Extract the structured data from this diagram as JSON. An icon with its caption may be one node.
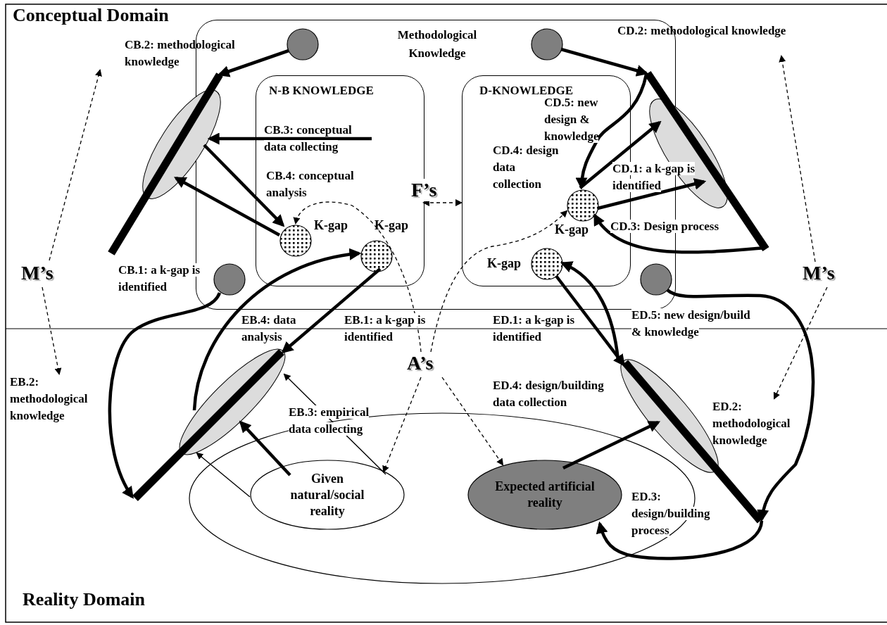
{
  "diagram": {
    "nodes": [
      {
        "text": [
          "Methodological Knowledge"
        ]
      },
      {
        "text": [
          "N-B KNOWLEDGE"
        ],
        "in": 0
      },
      {
        "text": [
          "D-KNOWLEDGE"
        ],
        "in": 0
      },
      {
        "text": [],
        "shape": "circle",
        "in": 0
      },
      {
        "text": [],
        "shape": "circle",
        "in": 0
      },
      {
        "text": [],
        "shape": "circle",
        "in": 0
      },
      {
        "text": [],
        "shape": "circle",
        "in": 0
      },
      {
        "text": [],
        "shape": "circle",
        "in": 1,
        "beside": [
          "K-gap"
        ]
      },
      {
        "text": [],
        "shape": "circle",
        "in": 1,
        "beside": [
          "K-gap"
        ]
      },
      {
        "text": [],
        "shape": "circle",
        "in": 2,
        "beside": [
          "K-gap"
        ]
      },
      {
        "text": [],
        "shape": "circle",
        "in": 2,
        "beside": [
          "K-gap"
        ]
      },
      {
        "text": [],
        "shape": "ellipse"
      },
      {
        "text": [],
        "shape": "ellipse"
      },
      {
        "text": [],
        "shape": "ellipse"
      },
      {
        "text": [],
        "shape": "ellipse"
      },
      {
        "text": [],
        "shape": "ellipse"
      },
      {
        "text": [
          "Given natural/social reality"
        ],
        "in": 15
      },
      {
        "text": [
          "Expected artificial reality"
        ],
        "in": 15
      },
      {
        "text": [
          "M’s"
        ]
      },
      {
        "text": [
          "M’s"
        ]
      },
      {
        "text": [
          "A’s"
        ]
      },
      {
        "text": [
          "CB.2: methodological knowledge"
        ]
      },
      {
        "text": [
          "EB.2: methodological knowledge"
        ]
      },
      {
        "text": [
          "CD.2: methodological knowledge"
        ]
      },
      {
        "text": [
          "ED.2: methodological knowledge"
        ]
      }
    ],
    "edges": [
      {
        "from": 3,
        "to": 11,
        "arrow": "to"
      },
      {
        "from": 4,
        "to": 12,
        "arrow": "to"
      },
      {
        "from": 5,
        "to": 13,
        "arrow": "to"
      },
      {
        "from": 6,
        "to": 14,
        "arrow": "to"
      },
      {
        "from": 11,
        "to": 7,
        "arrow": "to"
      },
      {
        "from": 7,
        "to": 11,
        "arrow": "to"
      },
      {
        "from": null,
        "to": 11,
        "arrow": "to"
      },
      {
        "from": 13,
        "to": 8,
        "arrow": "to"
      },
      {
        "from": 8,
        "to": 13,
        "arrow": "to"
      },
      {
        "from": 16,
        "to": 13,
        "arrow": "to"
      },
      {
        "from": 16,
        "to": 13,
        "arrow": "to"
      },
      {
        "from": 16,
        "to": 13,
        "arrow": "to"
      },
      {
        "from": 9,
        "to": 12,
        "arrow": "to"
      },
      {
        "from": 9,
        "to": 12,
        "arrow": "to"
      },
      {
        "from": 12,
        "to": 9,
        "arrow": "to"
      },
      {
        "from": 12,
        "to": 9,
        "arrow": "to"
      },
      {
        "from": 10,
        "to": 14,
        "arrow": "to"
      },
      {
        "from": 14,
        "to": 10,
        "arrow": "to"
      },
      {
        "from": 17,
        "to": 14,
        "arrow": "to"
      },
      {
        "from": 14,
        "to": 17,
        "arrow": "to"
      },
      {
        "from": 1,
        "to": 2,
        "arrow": "both",
        "style": "dashed",
        "label": "F’s"
      },
      {
        "from": 18,
        "to": 21,
        "arrow": "to",
        "style": "dashed"
      },
      {
        "from": 18,
        "to": 22,
        "arrow": "to",
        "style": "dashed"
      },
      {
        "from": 19,
        "to": 23,
        "arrow": "to",
        "style": "dashed"
      },
      {
        "from": 19,
        "to": 24,
        "arrow": "to",
        "style": "dashed"
      },
      {
        "from": 20,
        "to": 7,
        "arrow": "to",
        "style": "dashed"
      },
      {
        "from": 20,
        "to": 9,
        "arrow": "to",
        "style": "dashed"
      },
      {
        "from": 20,
        "to": 16,
        "arrow": "to",
        "style": "dashed"
      },
      {
        "from": 20,
        "to": 17,
        "arrow": "to",
        "style": "dashed"
      }
    ],
    "labels": [
      "Conceptual Domain",
      "CB.3: conceptual data collecting",
      "CB.4: conceptual analysis",
      "CB.1: a k-gap is identified",
      "CD.5: new design & knowledge",
      "CD.4: design data collection",
      "CD.1: a k-gap is identified",
      "CD.3: Design process",
      "EB.4: data analysis",
      "EB.1: a k-gap is identified",
      "ED.1: a k-gap is identified",
      "ED.5: new design/build & knowledge",
      "EB.3: empirical data collecting",
      "ED.4: design/building data collection",
      "ED.3: design/building process",
      "Reality Domain"
    ]
  }
}
